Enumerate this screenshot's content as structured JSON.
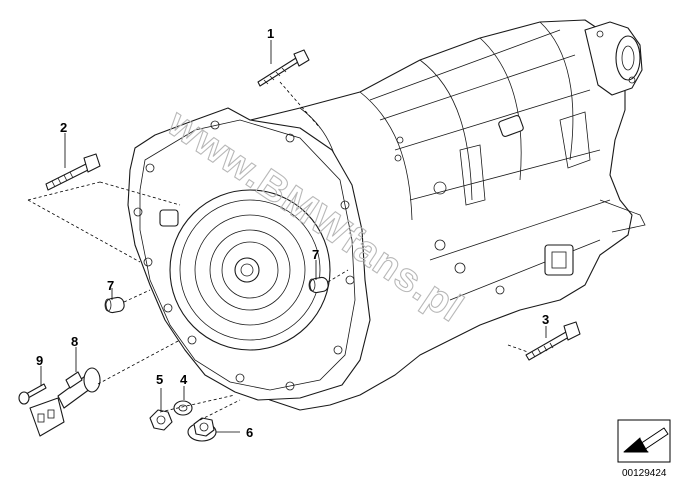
{
  "callouts": [
    {
      "id": "1",
      "label": "1"
    },
    {
      "id": "2",
      "label": "2"
    },
    {
      "id": "3",
      "label": "3"
    },
    {
      "id": "4",
      "label": "4"
    },
    {
      "id": "5",
      "label": "5"
    },
    {
      "id": "6",
      "label": "6"
    },
    {
      "id": "7a",
      "label": "7"
    },
    {
      "id": "7b",
      "label": "7"
    },
    {
      "id": "8",
      "label": "8"
    },
    {
      "id": "9",
      "label": "9"
    }
  ],
  "watermark": "www.BMWfans.pl",
  "diagram_id": "00129424",
  "icons": {
    "nav": "arrow-down-left-icon"
  },
  "colors": {
    "line": "#1a1a1a",
    "watermark": "#b8b8b8",
    "background": "#ffffff"
  }
}
